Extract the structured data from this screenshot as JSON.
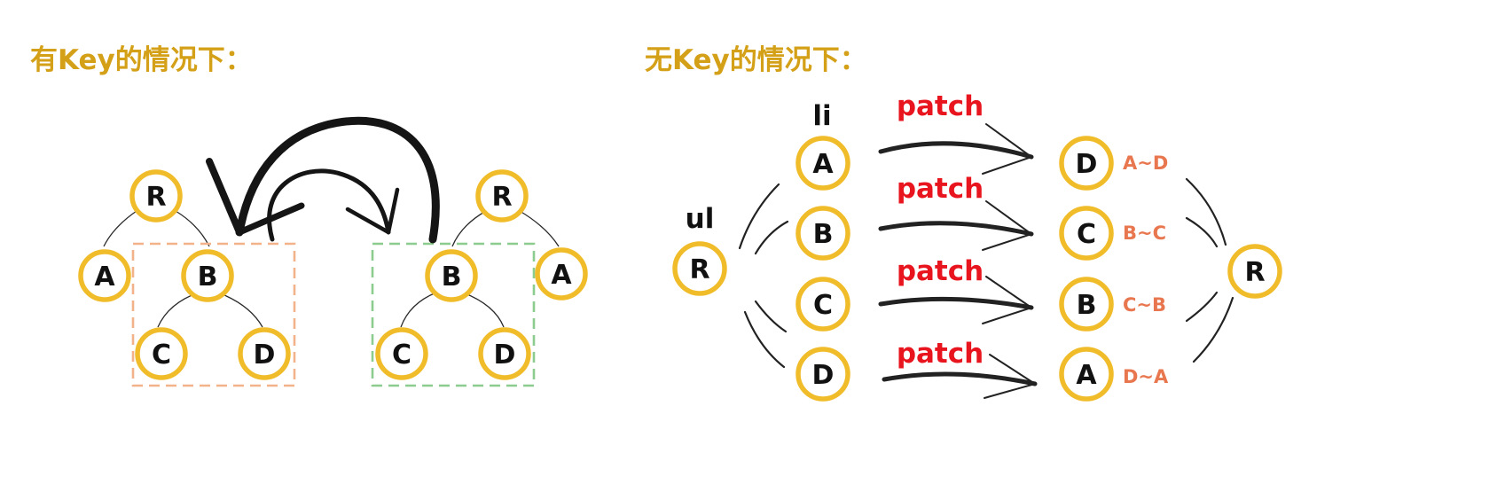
{
  "headings": {
    "with_key": "有Key的情况下：",
    "without_key": "无Key的情况下："
  },
  "colors": {
    "heading": "#d4a017",
    "node_stroke": "#f0bc2a",
    "group_left": "#f2b38a",
    "group_right": "#8ccc8e",
    "patch_text": "#e8141e",
    "mapping_text": "#e8764e",
    "ink": "#111111"
  },
  "with_key": {
    "original_tree": {
      "root": "R",
      "children": [
        "A",
        "B"
      ],
      "b_children": [
        "C",
        "D"
      ]
    },
    "moved_tree": {
      "root": "R",
      "children": [
        "B",
        "A"
      ],
      "b_children": [
        "C",
        "D"
      ]
    }
  },
  "without_key": {
    "parent_label": "ul",
    "child_label": "li",
    "root": "R",
    "old_nodes": [
      "A",
      "B",
      "C",
      "D"
    ],
    "patch_label": "patch",
    "new_nodes": [
      "D",
      "C",
      "B",
      "A"
    ],
    "mappings": [
      "A~D",
      "B~C",
      "C~B",
      "D~A"
    ],
    "target_root": "R"
  }
}
